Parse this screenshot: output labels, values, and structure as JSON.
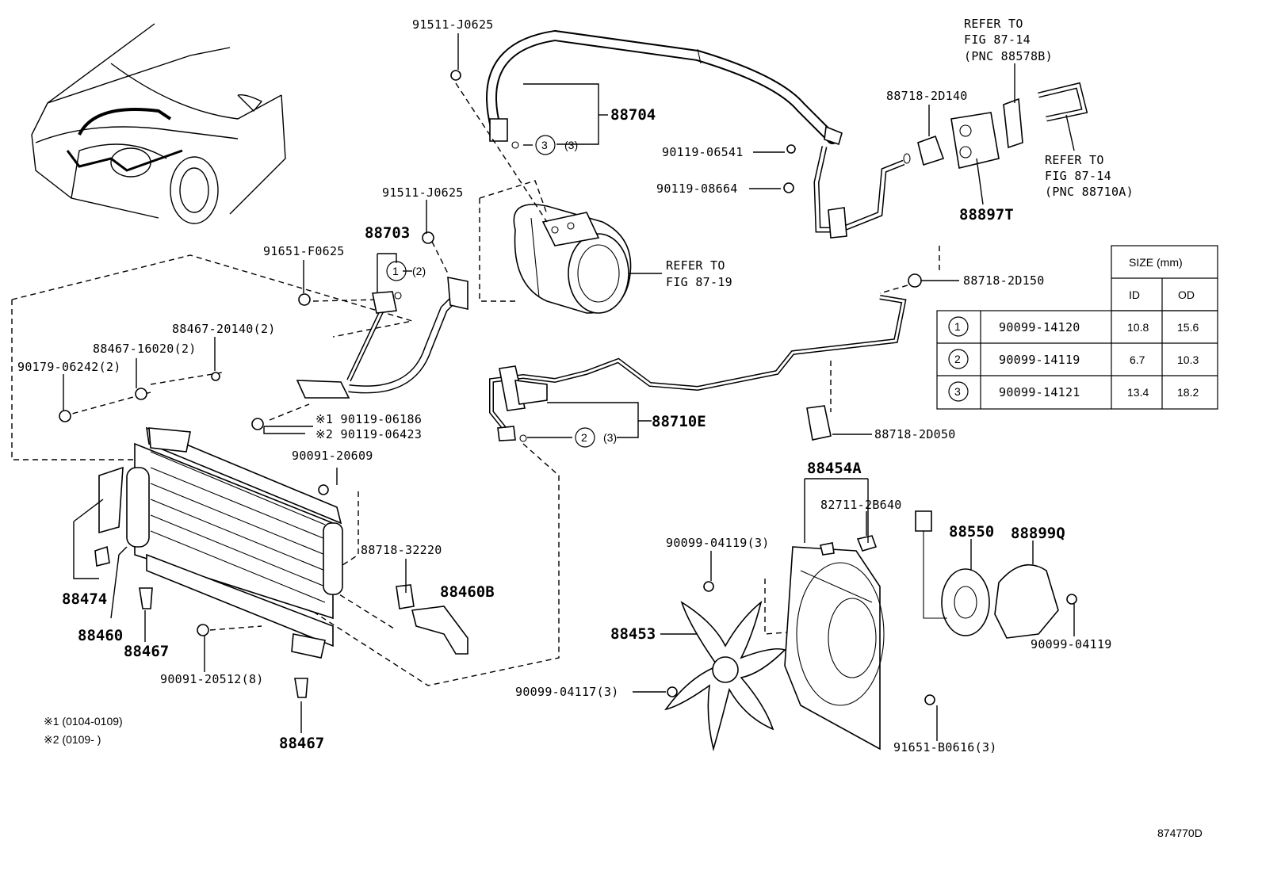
{
  "callouts": {
    "c_88704": "88704",
    "c_91511_a": "91511-J0625",
    "c_91511_b": "91511-J0625",
    "c_88703": "88703",
    "c_91651_f": "91651-F0625",
    "c_88467_20140": "88467-20140(2)",
    "c_88467_16020": "88467-16020(2)",
    "c_90179": "90179-06242(2)",
    "c_90119_06186": "※1 90119-06186",
    "c_90119_06423": "※2 90119-06423",
    "c_90091_20609": "90091-20609",
    "c_88718_32220": "88718-32220",
    "c_88460B": "88460B",
    "c_88474": "88474",
    "c_88460": "88460",
    "c_88467_a": "88467",
    "c_88467_b": "88467",
    "c_90091_20512": "90091-20512(8)",
    "c_88710E": "88710E",
    "c_90119_06541": "90119-06541",
    "c_90119_08664": "90119-08664",
    "c_88718_2D140": "88718-2D140",
    "c_88897T": "88897T",
    "c_88718_2D150": "88718-2D150",
    "c_88718_2D050": "88718-2D050",
    "c_88454A": "88454A",
    "c_82711": "82711-2B640",
    "c_90099_04119_3": "90099-04119(3)",
    "c_88550": "88550",
    "c_88899Q": "88899Q",
    "c_88453": "88453",
    "c_90099_04119": "90099-04119",
    "c_90099_04117": "90099-04117(3)",
    "c_91651_B0616": "91651-B0616(3)"
  },
  "orings": {
    "o3_num": "3",
    "o3_qty": "(3)",
    "o1_num": "1",
    "o1_qty": "(2)",
    "o2_num": "2",
    "o2_qty": "(3)"
  },
  "refers": {
    "r1_l1": "REFER TO",
    "r1_l2": "FIG 87-14",
    "r1_l3": "(PNC 88578B)",
    "r2_l1": "REFER TO",
    "r2_l2": "FIG 87-14",
    "r2_l3": "(PNC 88710A)",
    "r3_l1": "REFER TO",
    "r3_l2": "FIG 87-19"
  },
  "size_table": {
    "title": "SIZE (mm)",
    "col_id": "ID",
    "col_od": "OD",
    "rows": [
      {
        "num": "1",
        "part": "90099-14120",
        "id": "10.8",
        "od": "15.6"
      },
      {
        "num": "2",
        "part": "90099-14119",
        "id": "6.7",
        "od": "10.3"
      },
      {
        "num": "3",
        "part": "90099-14121",
        "id": "13.4",
        "od": "18.2"
      }
    ]
  },
  "footnotes": {
    "n1": "※1 (0104-0109)",
    "n2": "※2 (0109-      )"
  },
  "figure_id": "874770D"
}
